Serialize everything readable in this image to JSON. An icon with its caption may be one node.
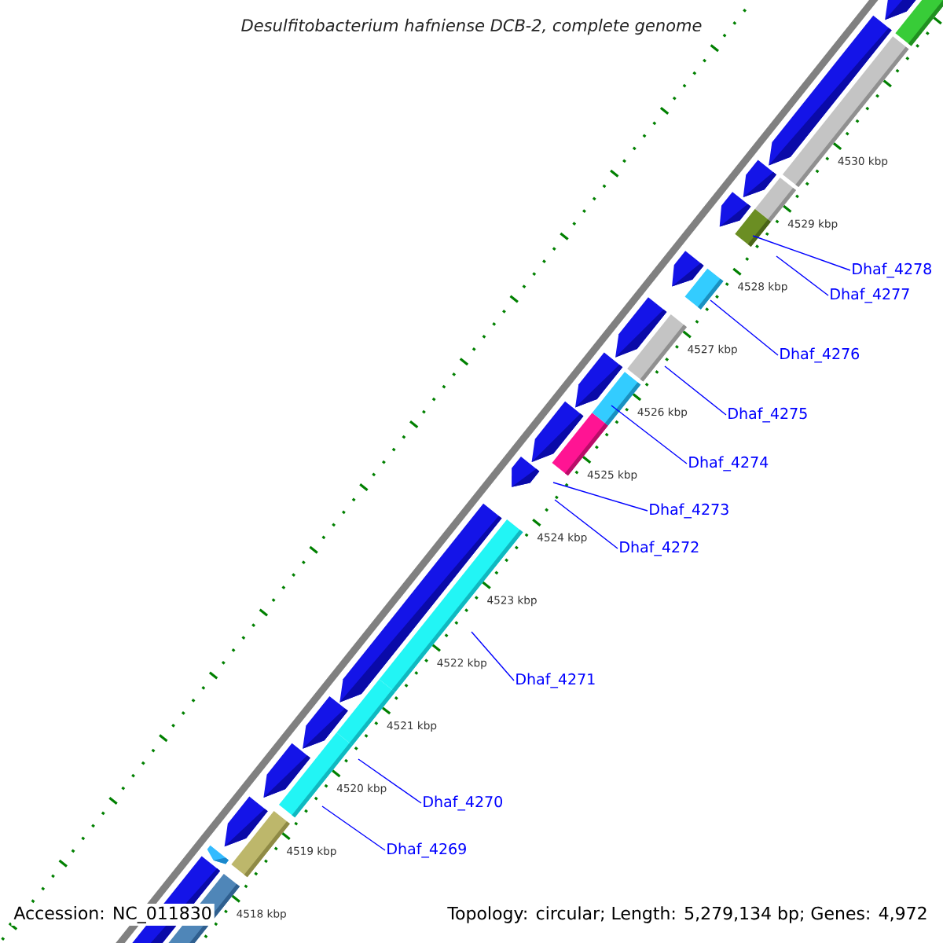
{
  "diagram": {
    "title": "Desulfitobacterium hafniense DCB-2, complete genome",
    "nodes": [
      {
        "text": [
          "Dhaf_4278"
        ]
      },
      {
        "text": [
          "Dhaf_4277"
        ]
      },
      {
        "text": [
          "Dhaf_4276"
        ]
      },
      {
        "text": [
          "Dhaf_4275"
        ]
      },
      {
        "text": [
          "Dhaf_4274"
        ]
      },
      {
        "text": [
          "Dhaf_4273"
        ]
      },
      {
        "text": [
          "Dhaf_4272"
        ]
      },
      {
        "text": [
          "Dhaf_4271"
        ]
      },
      {
        "text": [
          "Dhaf_4270"
        ]
      },
      {
        "text": [
          "Dhaf_4269"
        ]
      }
    ],
    "edges": [
      {
        "from": 0,
        "to": null,
        "arrow": "none"
      },
      {
        "from": 1,
        "to": null,
        "arrow": "none"
      },
      {
        "from": 2,
        "to": null,
        "arrow": "none"
      },
      {
        "from": 3,
        "to": null,
        "arrow": "none"
      },
      {
        "from": 4,
        "to": null,
        "arrow": "none"
      },
      {
        "from": 5,
        "to": null,
        "arrow": "none"
      },
      {
        "from": 6,
        "to": null,
        "arrow": "none"
      },
      {
        "from": 7,
        "to": null,
        "arrow": "none"
      },
      {
        "from": 8,
        "to": null,
        "arrow": "none"
      },
      {
        "from": 9,
        "to": null,
        "arrow": "none"
      }
    ],
    "labels": [
      "4530 kbp",
      "4529 kbp",
      "4528 kbp",
      "4527 kbp",
      "4526 kbp",
      "4525 kbp",
      "4524 kbp",
      "4523 kbp",
      "4522 kbp",
      "4521 kbp",
      "4520 kbp",
      "4519 kbp",
      "4518 kbp",
      "Accession: NC_011830",
      "Topology: circular; Length: 5,279,134 bp; Genes: 4,972"
    ]
  }
}
